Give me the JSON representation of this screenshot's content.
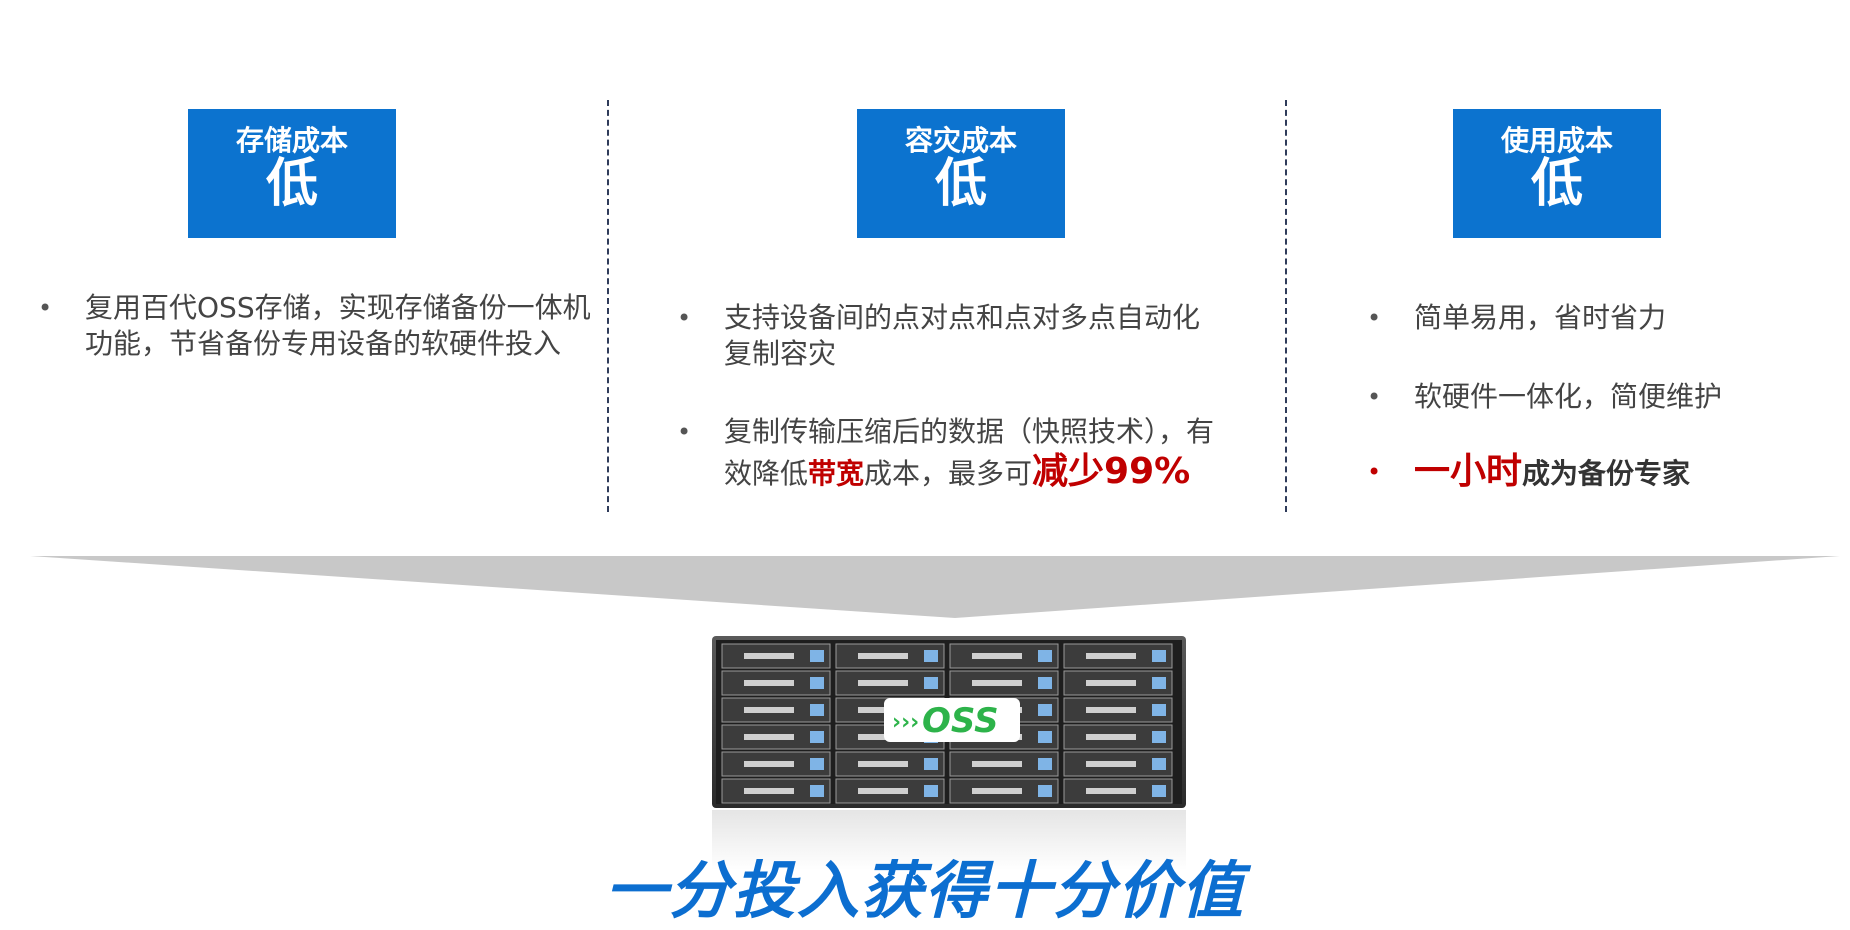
{
  "columns": [
    {
      "title_line1": "存储成本",
      "title_line2": "低",
      "bullets": [
        {
          "segments": [
            {
              "text": "复用百代OSS存储，实现存储备份一体机功能，节省备份专用设备的软硬件投入",
              "style": "normal"
            }
          ]
        }
      ]
    },
    {
      "title_line1": "容灾成本",
      "title_line2": "低",
      "bullets": [
        {
          "segments": [
            {
              "text": "支持设备间的点对点和点对多点自动化复制容灾",
              "style": "normal"
            }
          ]
        },
        {
          "segments": [
            {
              "text": "复制传输压缩后的数据（快照技术），有效降低",
              "style": "normal"
            },
            {
              "text": "带宽",
              "style": "red"
            },
            {
              "text": "成本，最多可",
              "style": "normal"
            },
            {
              "text": "减少99%",
              "style": "red-big"
            }
          ]
        }
      ]
    },
    {
      "title_line1": "使用成本",
      "title_line2": "低",
      "bullets": [
        {
          "segments": [
            {
              "text": "简单易用，省时省力",
              "style": "normal"
            }
          ]
        },
        {
          "segments": [
            {
              "text": "软硬件一体化，简便维护",
              "style": "normal"
            }
          ]
        },
        {
          "segments": [
            {
              "text": "一小时",
              "style": "red-big"
            },
            {
              "text": "成为备份专家",
              "style": "bold-dark"
            }
          ],
          "bullet_color": "#c00000"
        }
      ]
    }
  ],
  "server": {
    "logo_text": "OSS",
    "logo_prefix": "›››"
  },
  "tagline": "一分投入获得十分价值",
  "colors": {
    "accent": "#0c73cf",
    "highlight": "#c00000",
    "funnel": "#c8c8c8",
    "logo_green": "#2db34a"
  }
}
